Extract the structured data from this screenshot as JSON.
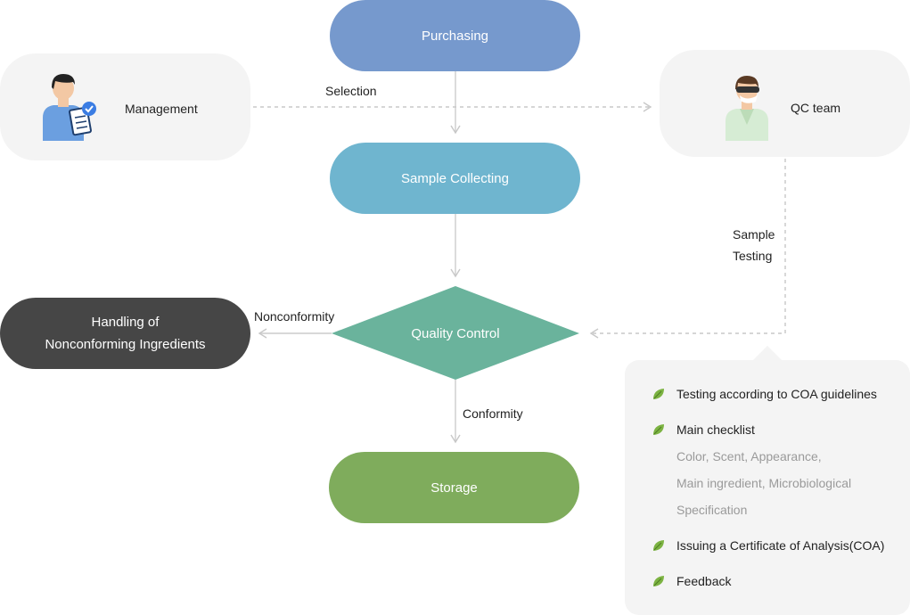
{
  "nodes": {
    "purchasing": "Purchasing",
    "sample_collecting": "Sample Collecting",
    "quality_control": "Quality Control",
    "storage": "Storage",
    "handling_line1": "Handling of",
    "handling_line2": "Nonconforming Ingredients"
  },
  "roles": {
    "management": "Management",
    "qc_team": "QC team"
  },
  "edge_labels": {
    "selection": "Selection",
    "sample_testing_line1": "Sample",
    "sample_testing_line2": "Testing",
    "nonconformity": "Nonconformity",
    "conformity": "Conformity"
  },
  "info_panel": {
    "item1": "Testing according to COA guidelines",
    "item2": "Main checklist",
    "item2_sub1": "Color, Scent, Appearance,",
    "item2_sub2": "Main ingredient, Microbiological",
    "item2_sub3": "Specification",
    "item3": "Issuing a Certificate of Analysis(COA)",
    "item4": "Feedback"
  },
  "colors": {
    "purchasing": "#7699cd",
    "sample_collecting": "#6fb5cf",
    "quality_control": "#6ab39c",
    "storage": "#7fac5c",
    "handling": "#464646",
    "card_bg": "#f4f4f4",
    "connector": "#cccccc",
    "leaf": "#7cb342"
  }
}
